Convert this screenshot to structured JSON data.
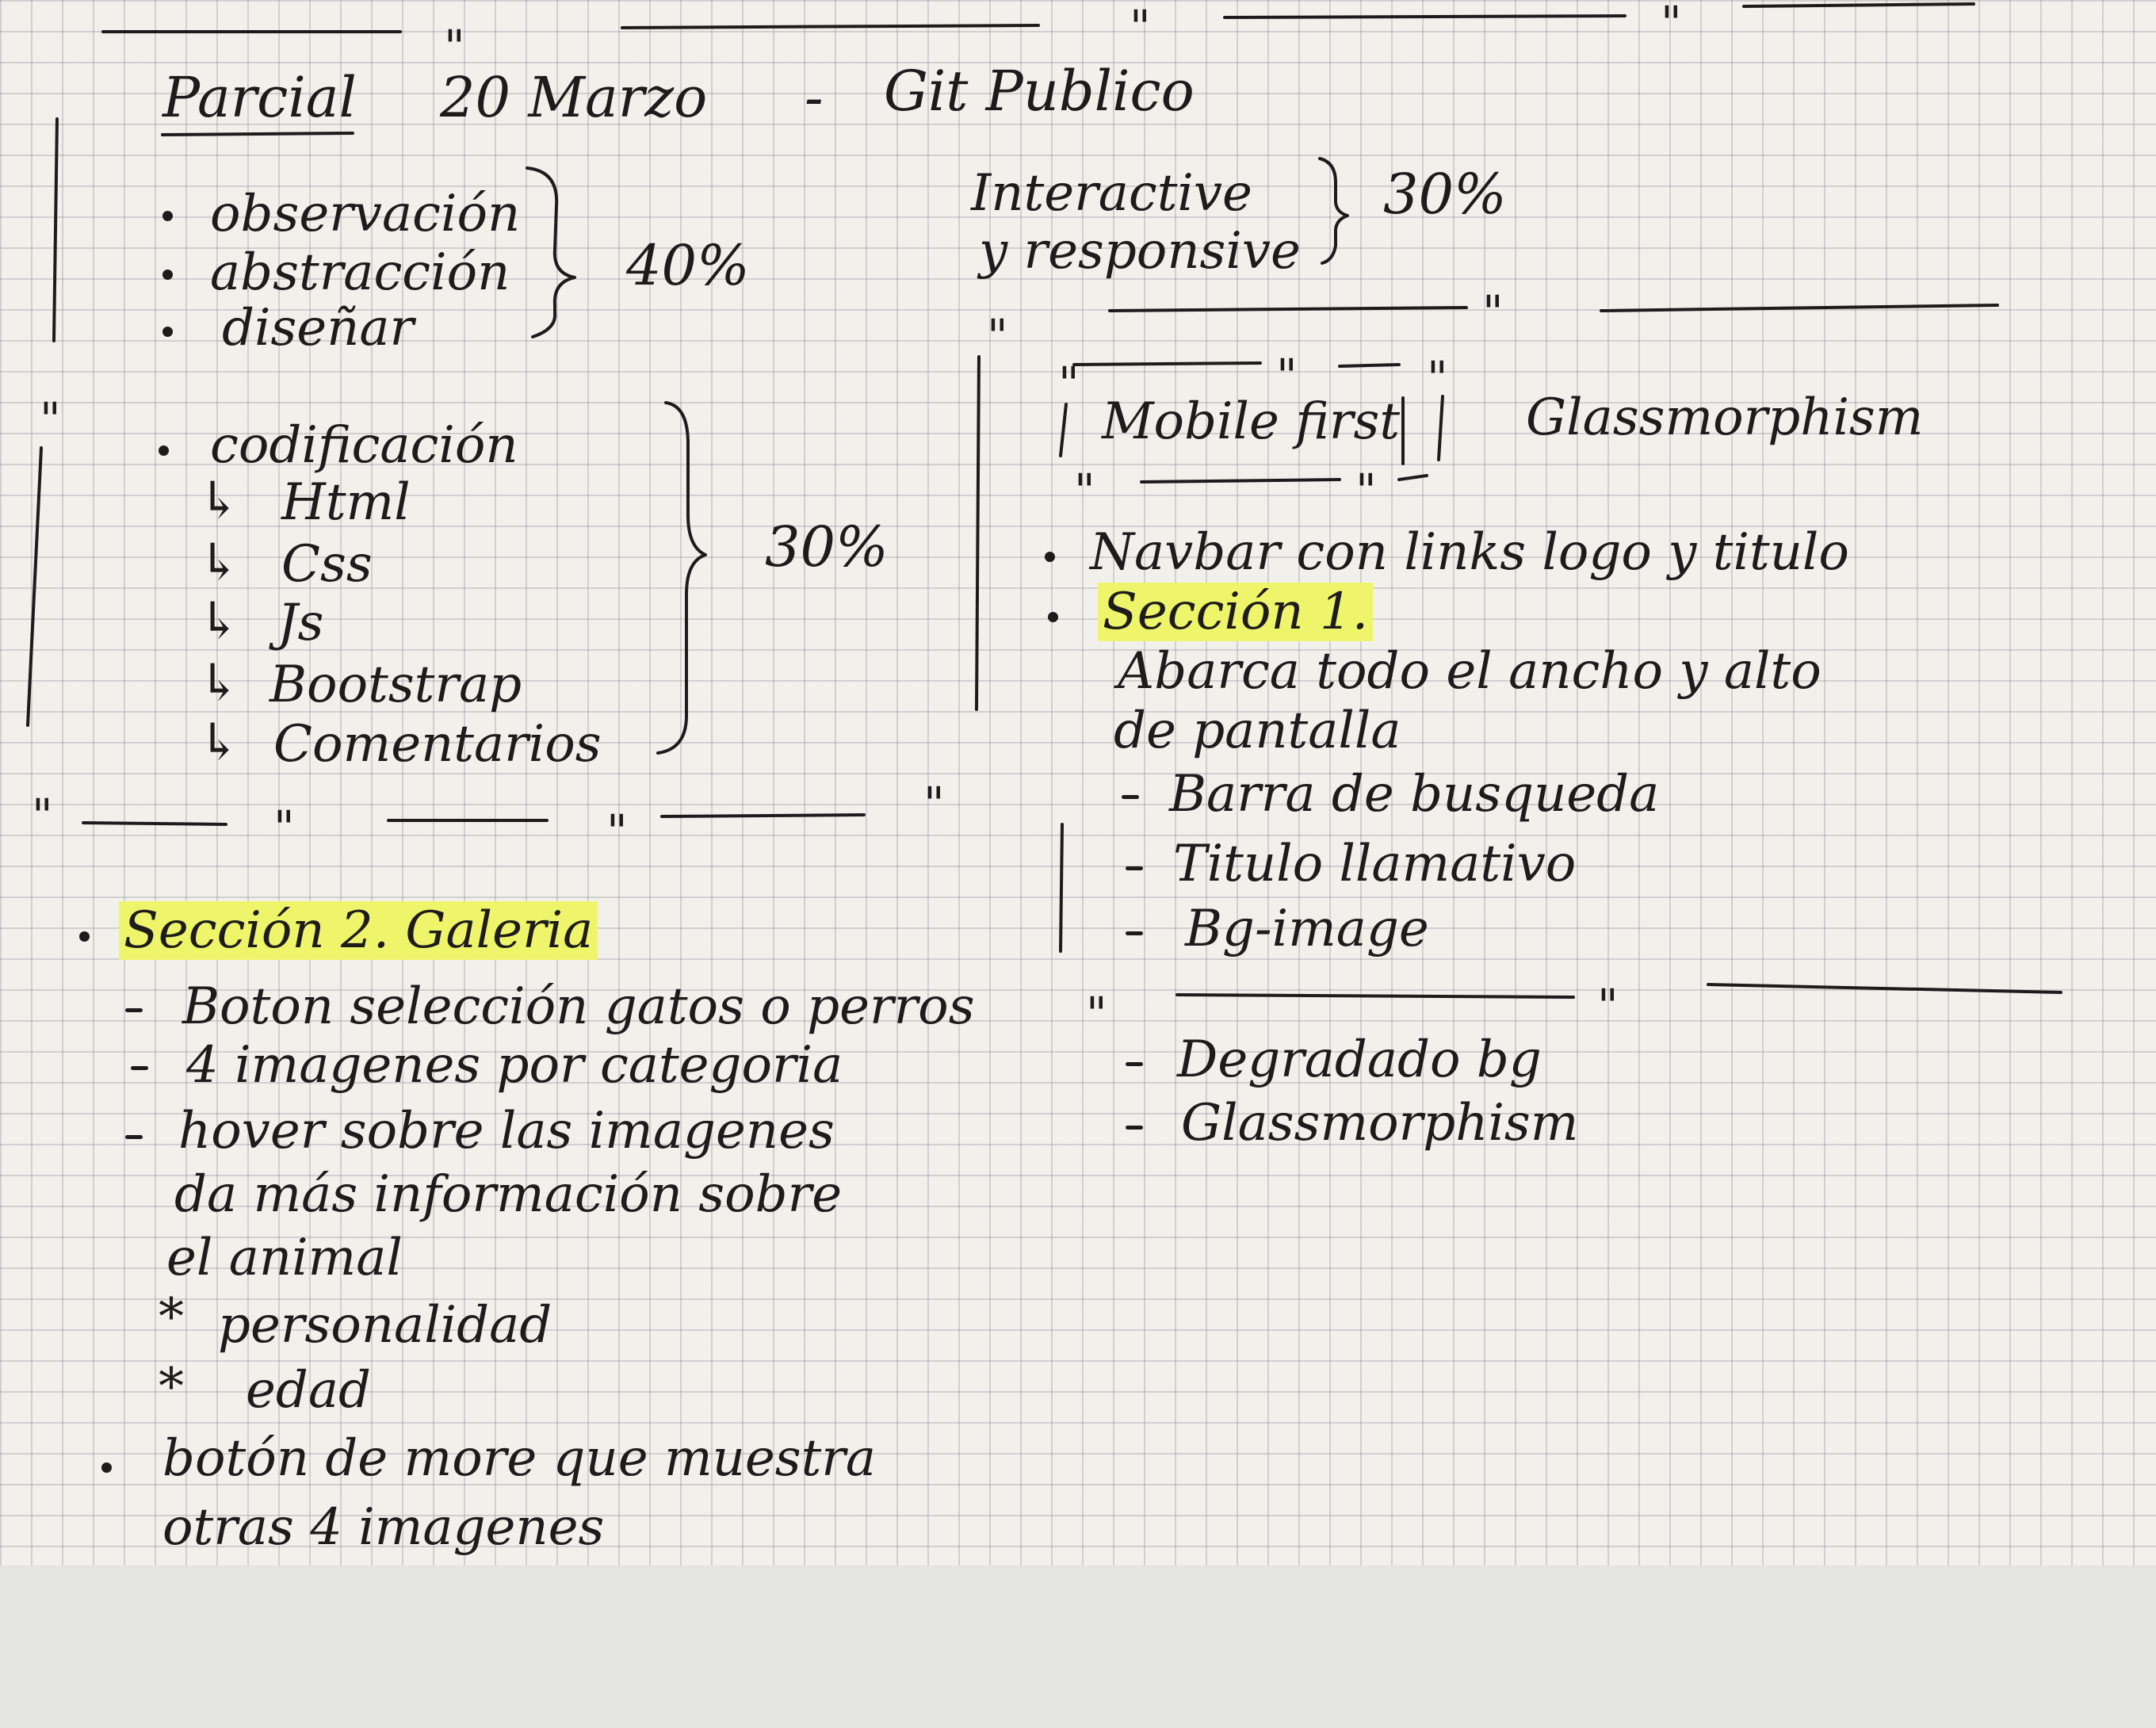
{
  "header": {
    "title": "Parcial",
    "date": "20 Marzo",
    "dash": "-",
    "repo": "Git Publico"
  },
  "criteria": {
    "group1": {
      "items": [
        "observación",
        "abstracción",
        "diseñar"
      ],
      "percent": "40%"
    },
    "group2": {
      "lines": [
        "Interactive",
        "y responsive"
      ],
      "percent": "30%"
    },
    "group3": {
      "item": "codificación",
      "subitems": [
        "Html",
        "Css",
        "Js",
        "Bootstrap",
        "Comentarios"
      ],
      "percent": "30%"
    }
  },
  "requirements": {
    "tag1": "Mobile first",
    "tag2": "Glassmorphism",
    "navbar": "Navbar con links logo y titulo",
    "section1": {
      "title": "Sección 1.",
      "desc1": "Abarca todo el ancho y alto",
      "desc2": "de pantalla",
      "items": [
        "Barra de busqueda",
        "Titulo llamativo",
        "Bg-image"
      ],
      "extras": [
        "Degradado bg",
        "Glassmorphism"
      ]
    },
    "section2": {
      "title": "Sección 2. Galeria",
      "items": [
        "Boton selección gatos o perros",
        "4 imagenes por categoria",
        "hover sobre las imagenes"
      ],
      "hover_cont1": "da más información sobre",
      "hover_cont2": "el animal",
      "star_items": [
        "personalidad",
        "edad"
      ],
      "more": "botón de more que muestra",
      "more_cont": "otras 4 imagenes"
    }
  },
  "marks": {
    "ditto": "\""
  },
  "colors": {
    "ink": "#1e1c1a",
    "paper": "#f1f0ea",
    "grid": "#9aa0aa",
    "highlight": "#eef56a"
  }
}
